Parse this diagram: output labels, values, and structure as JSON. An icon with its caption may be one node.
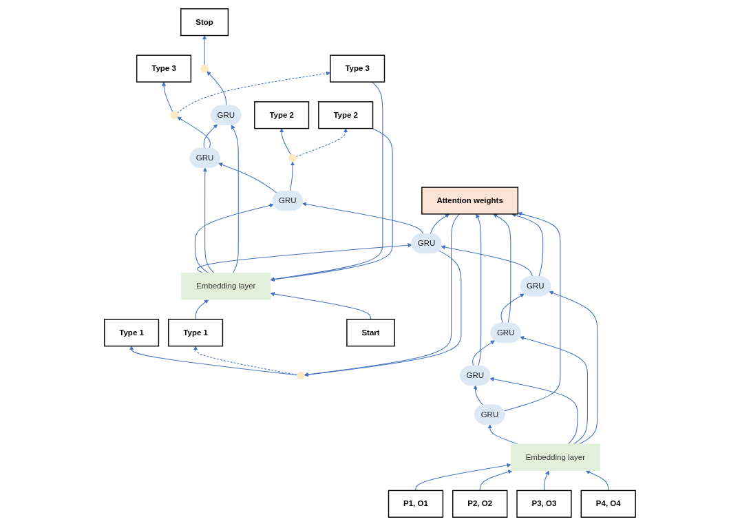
{
  "diagram": {
    "nodes": [
      {
        "text": [
          "Type 1"
        ]
      },
      {
        "text": [
          "Type 2"
        ]
      },
      {
        "text": [
          "Type 3"
        ]
      },
      {
        "text": [
          "Stop"
        ]
      },
      {
        "text": [],
        "shape": "circle"
      },
      {
        "text": [],
        "shape": "circle"
      },
      {
        "text": [],
        "shape": "circle"
      },
      {
        "text": [],
        "shape": "circle"
      },
      {
        "text": [
          "Attention weights"
        ]
      },
      {
        "text": [
          "GRU"
        ]
      },
      {
        "text": [
          "GRU"
        ]
      },
      {
        "text": [
          "GRU"
        ]
      },
      {
        "text": [
          "GRU"
        ]
      },
      {
        "text": [
          "GRU"
        ]
      },
      {
        "text": [
          "GRU"
        ]
      },
      {
        "text": [
          "GRU"
        ]
      },
      {
        "text": [
          "GRU"
        ]
      },
      {
        "text": [
          "Embedding layer"
        ]
      },
      {
        "text": [
          "Embedding layer"
        ]
      },
      {
        "text": [
          "P1, O1"
        ]
      },
      {
        "text": [
          "P2, O2"
        ]
      },
      {
        "text": [
          "P3, O3"
        ]
      },
      {
        "text": [
          "P4, O4"
        ]
      },
      {
        "text": [
          "Start"
        ]
      },
      {
        "text": [
          "Type 1"
        ]
      },
      {
        "text": [
          "Type 2"
        ]
      },
      {
        "text": [
          "Type 3"
        ]
      }
    ],
    "edges": [
      {
        "from": 19,
        "to": 17,
        "arrow": "to"
      },
      {
        "from": 20,
        "to": 17,
        "arrow": "to"
      },
      {
        "from": 21,
        "to": 17,
        "arrow": "to"
      },
      {
        "from": 22,
        "to": 17,
        "arrow": "to"
      },
      {
        "from": 23,
        "to": 18,
        "arrow": "to"
      },
      {
        "from": 24,
        "to": 18,
        "arrow": "to"
      },
      {
        "from": 25,
        "to": 18,
        "arrow": "to"
      },
      {
        "from": 26,
        "to": 18,
        "arrow": "to"
      },
      {
        "from": 17,
        "to": 9,
        "arrow": "to"
      },
      {
        "from": 17,
        "to": 10,
        "arrow": "to"
      },
      {
        "from": 17,
        "to": 11,
        "arrow": "to"
      },
      {
        "from": 17,
        "to": 12,
        "arrow": "to"
      },
      {
        "from": 18,
        "to": 13,
        "arrow": "to"
      },
      {
        "from": 18,
        "to": 14,
        "arrow": "to"
      },
      {
        "from": 18,
        "to": 15,
        "arrow": "to"
      },
      {
        "from": 18,
        "to": 16,
        "arrow": "to"
      },
      {
        "from": 9,
        "to": 10,
        "arrow": "to"
      },
      {
        "from": 10,
        "to": 11,
        "arrow": "to"
      },
      {
        "from": 11,
        "to": 12,
        "arrow": "to"
      },
      {
        "from": 12,
        "to": 13,
        "arrow": "to"
      },
      {
        "from": 13,
        "to": 14,
        "arrow": "to"
      },
      {
        "from": 14,
        "to": 15,
        "arrow": "to"
      },
      {
        "from": 15,
        "to": 16,
        "arrow": "to"
      },
      {
        "from": 9,
        "to": 8,
        "arrow": "to"
      },
      {
        "from": 10,
        "to": 8,
        "arrow": "to"
      },
      {
        "from": 11,
        "to": 8,
        "arrow": "to"
      },
      {
        "from": 12,
        "to": 8,
        "arrow": "to"
      },
      {
        "from": 13,
        "to": 8,
        "arrow": "to"
      },
      {
        "from": 8,
        "to": 4,
        "arrow": "to"
      },
      {
        "from": 13,
        "to": 4,
        "arrow": "to"
      },
      {
        "from": 14,
        "to": 5,
        "arrow": "to"
      },
      {
        "from": 15,
        "to": 6,
        "arrow": "to"
      },
      {
        "from": 16,
        "to": 7,
        "arrow": "to"
      },
      {
        "from": 4,
        "to": 0,
        "arrow": "to"
      },
      {
        "from": 5,
        "to": 1,
        "arrow": "to"
      },
      {
        "from": 6,
        "to": 2,
        "arrow": "to"
      },
      {
        "from": 7,
        "to": 3,
        "arrow": "to"
      },
      {
        "from": 4,
        "to": 24,
        "arrow": "to",
        "style": "dashed"
      },
      {
        "from": 5,
        "to": 25,
        "arrow": "to",
        "style": "dashed"
      },
      {
        "from": 6,
        "to": 26,
        "arrow": "to",
        "style": "dashed"
      }
    ]
  }
}
